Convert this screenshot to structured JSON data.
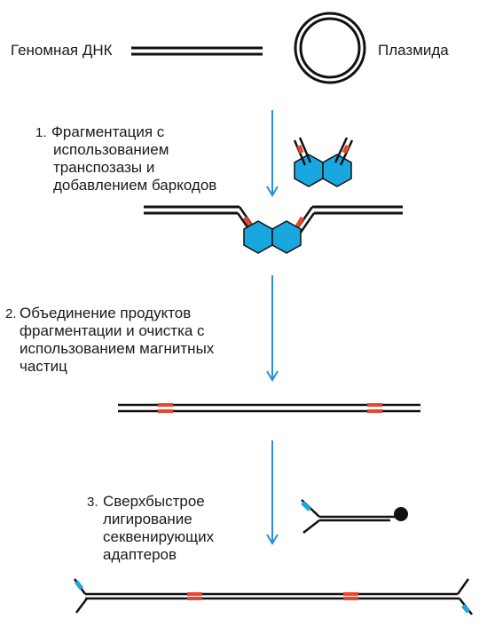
{
  "labels": {
    "genomic_dna": "Геномная ДНК",
    "plasmid": "Плазмида"
  },
  "steps": [
    {
      "number": "1.",
      "lines": [
        "Фрагментация с",
        "использованием",
        "транспозазы и",
        "добавлением баркодов"
      ]
    },
    {
      "number": "2.",
      "lines": [
        "Объединение продуктов",
        "фрагментации и очистка с",
        "использованием магнитных",
        "частиц"
      ]
    },
    {
      "number": "3.",
      "lines": [
        "Сверхбыстрое",
        "лигирование",
        "секвенирующих",
        "адаптеров"
      ]
    }
  ],
  "colors": {
    "dna": "#111111",
    "arrow": "#2a8fd4",
    "transposase": "#19a7e0",
    "barcode": "#e8452c",
    "adapter_tag": "#19a7e0"
  }
}
